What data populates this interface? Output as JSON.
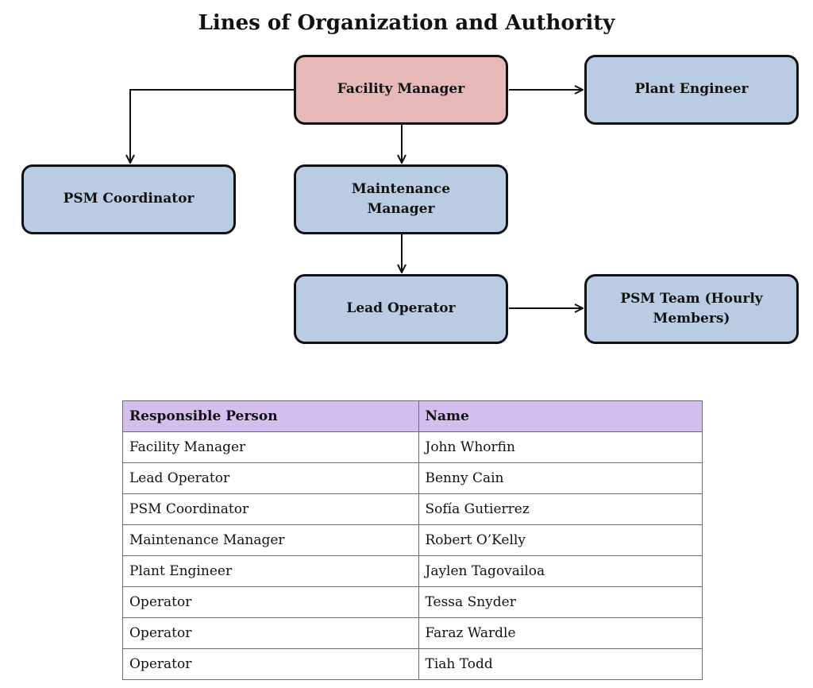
{
  "title": "Lines of Organization and Authority",
  "colors": {
    "top_box_fill": "#e6b8b8",
    "box_fill": "#b9cce4",
    "table_header_fill": "#d3bfee",
    "stroke": "#111111"
  },
  "org_chart": {
    "nodes": {
      "facility_manager": "Facility Manager",
      "plant_engineer": "Plant Engineer",
      "psm_coordinator": "PSM Coordinator",
      "maintenance_manager": "Maintenance Manager",
      "lead_operator": "Lead Operator",
      "psm_team": "PSM Team (Hourly Members)"
    },
    "edges": [
      [
        "facility_manager",
        "plant_engineer"
      ],
      [
        "facility_manager",
        "psm_coordinator"
      ],
      [
        "facility_manager",
        "maintenance_manager"
      ],
      [
        "maintenance_manager",
        "lead_operator"
      ],
      [
        "lead_operator",
        "psm_team"
      ]
    ]
  },
  "table": {
    "headers": [
      "Responsible Person",
      "Name"
    ],
    "rows": [
      [
        "Facility Manager",
        "John Whorfin"
      ],
      [
        "Lead Operator",
        "Benny Cain"
      ],
      [
        "PSM Coordinator",
        "Sofía Gutierrez"
      ],
      [
        "Maintenance Manager",
        "Robert O’Kelly"
      ],
      [
        "Plant Engineer",
        "Jaylen Tagovailoa"
      ],
      [
        "Operator",
        "Tessa Snyder"
      ],
      [
        "Operator",
        "Faraz Wardle"
      ],
      [
        "Operator",
        "Tiah Todd"
      ]
    ]
  }
}
